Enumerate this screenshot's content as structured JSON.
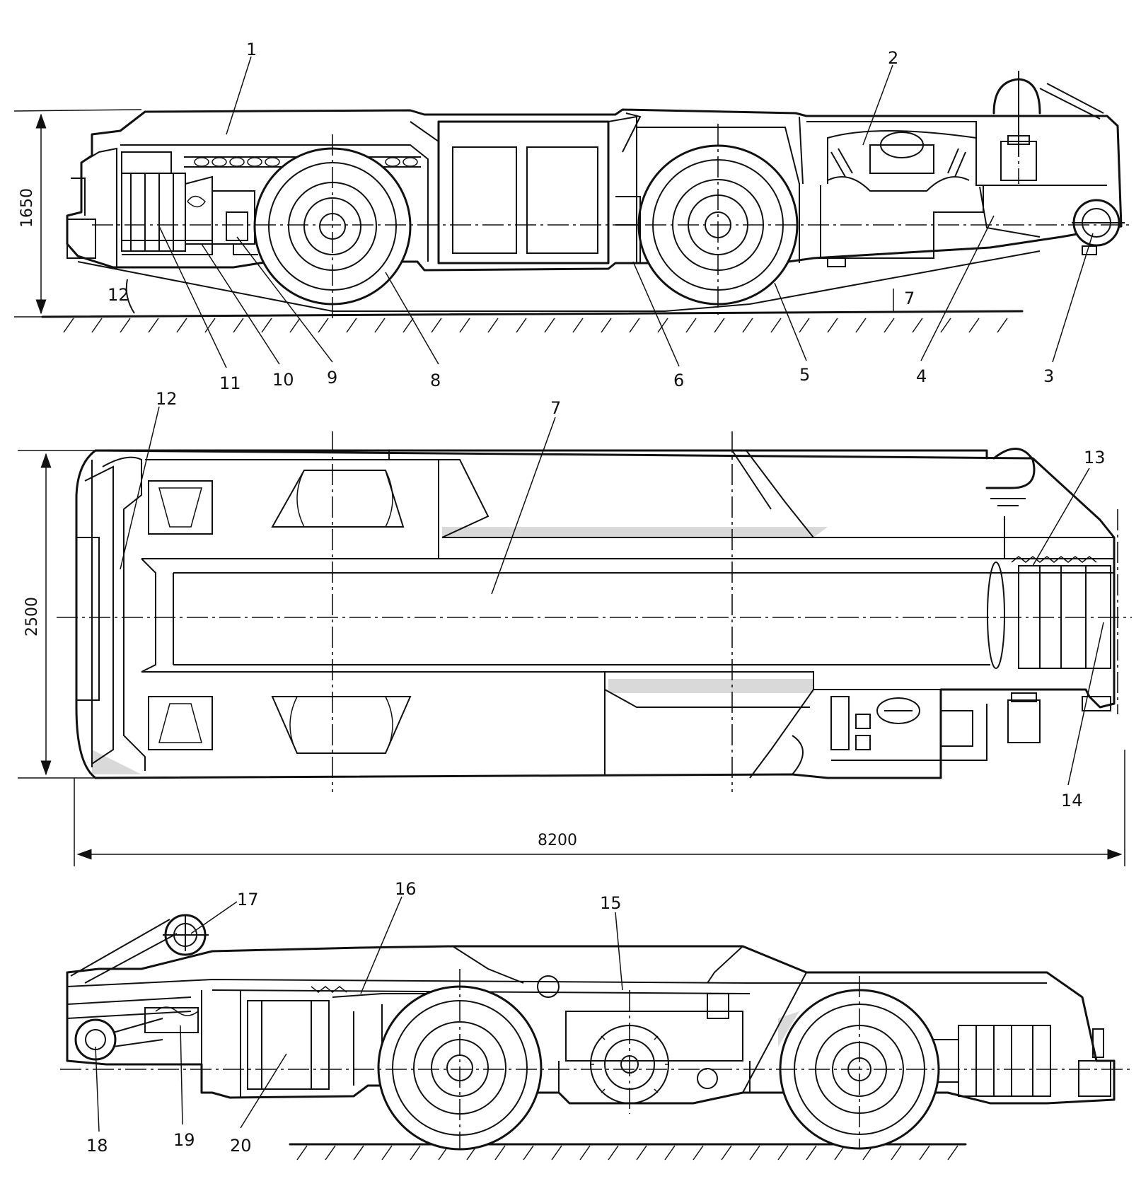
{
  "labels": {
    "l1": "1",
    "l2": "2",
    "l3": "3",
    "l4": "4",
    "l5": "5",
    "l6": "6",
    "l7": "7",
    "l8": "8",
    "l9": "9",
    "l10": "10",
    "l11": "11",
    "l12": "12",
    "l13": "13",
    "l14": "14",
    "l15": "15",
    "l16": "16",
    "l17": "17",
    "l18": "18",
    "l19": "19",
    "l20": "20",
    "l12b": "12",
    "l7b": "7"
  },
  "dimensions": {
    "height": "1650",
    "width": "2500",
    "length": "8200"
  }
}
